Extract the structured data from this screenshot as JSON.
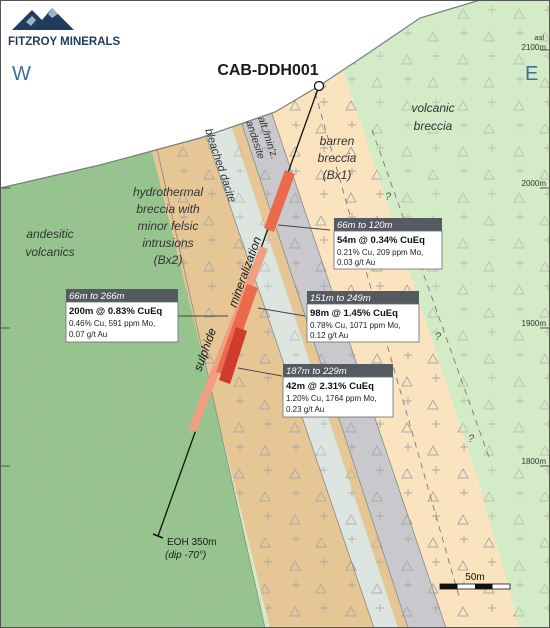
{
  "logo": {
    "text": "FITZROY MINERALS"
  },
  "directions": {
    "west": "W",
    "east": "E"
  },
  "drillhole": {
    "name": "CAB-DDH001",
    "eoh": "EOH 350m",
    "dip": "(dip -70°)"
  },
  "elevation": {
    "unit": "asl",
    "ticks": [
      "2100m",
      "2000m",
      "1900m",
      "1800m"
    ]
  },
  "units": {
    "andesitic": [
      "andesitic",
      "volcanics"
    ],
    "bx2": [
      "hydrothermal",
      "breccia with",
      "minor felsic",
      "intrusions",
      "(Bx2)"
    ],
    "bx1": [
      "barren",
      "breccia",
      "(Bx1)"
    ],
    "volcanic_breccia": [
      "volcanic",
      "breccia"
    ],
    "bleached": "bleached dacite",
    "altered": [
      "alt./min'z.",
      "andesite"
    ],
    "sulphide": "sulphide",
    "mineralization": "mineralization",
    "question": "?"
  },
  "intercepts": [
    {
      "range": "66m to 120m",
      "headline": "54m @ 0.34% CuEq",
      "detail1": "0.21% Cu, 209 ppm Mo,",
      "detail2": "0.03 g/t Au"
    },
    {
      "range": "66m to 266m",
      "headline": "200m @ 0.83% CuEq",
      "detail1": "0.46% Cu, 591 ppm Mo,",
      "detail2": "0.07 g/t Au"
    },
    {
      "range": "151m to 249m",
      "headline": "98m @ 1.45% CuEq",
      "detail1": "0.78% Cu, 1071 ppm Mo,",
      "detail2": "0.12 g/t Au"
    },
    {
      "range": "187m to 229m",
      "headline": "42m @ 2.31% CuEq",
      "detail1": "1.20% Cu, 1764 ppm Mo,",
      "detail2": "0.23 g/t Au"
    }
  ],
  "scale_bar": {
    "label": "50m"
  },
  "colors": {
    "andesitic": "#97c48e",
    "volcanic_breccia": "#d3ebc6",
    "bx2": "#e5c694",
    "bx1": "#fbe3c0",
    "bleached": "#dde5e0",
    "altered": "#c9c9cd",
    "sky": "#ffffff",
    "intercept_light": "#f0a080",
    "intercept_mid": "#ea6b4c",
    "intercept_dark": "#cf3b2c"
  }
}
